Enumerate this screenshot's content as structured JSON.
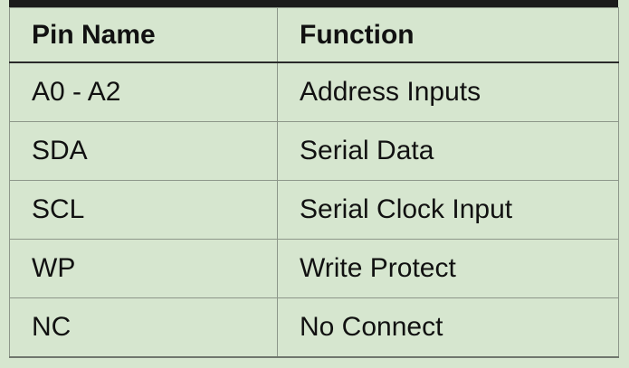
{
  "table": {
    "headers": [
      "Pin Name",
      "Function"
    ],
    "rows": [
      [
        "A0 - A2",
        "Address Inputs"
      ],
      [
        "SDA",
        "Serial Data"
      ],
      [
        "SCL",
        "Serial Clock Input"
      ],
      [
        "WP",
        "Write Protect"
      ],
      [
        "NC",
        "No Connect"
      ]
    ]
  },
  "colors": {
    "background": "#d6e6cf",
    "top_bar": "#1b1b1b",
    "grid": "#8d978a",
    "text": "#111111"
  }
}
